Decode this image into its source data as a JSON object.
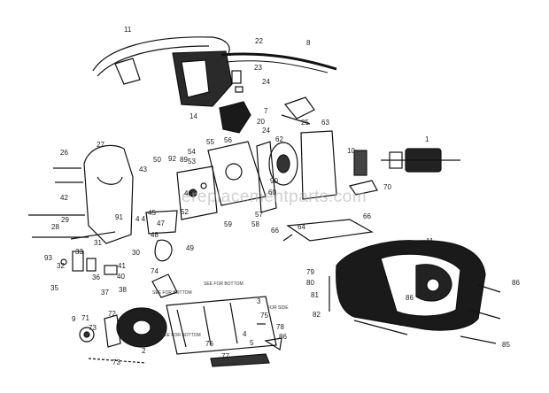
{
  "watermark": "ereplacementparts.com",
  "notes": {
    "n1": "SEE FOR BOTTOM",
    "n2": "SEE FOR BOTTOM",
    "n3": "SEE FOR BOTTOM",
    "n4": "FOR SIDE"
  },
  "callouts": {
    "c11a": "11",
    "c22": "22",
    "c8": "8",
    "c23": "23",
    "c24a": "24",
    "c7": "7",
    "c14": "14",
    "c20": "20",
    "c24b": "24",
    "c25": "25",
    "c63": "63",
    "c1": "1",
    "c26": "26",
    "c27": "27",
    "c55": "55",
    "c56": "56",
    "c62": "62",
    "c10": "10",
    "c50": "50",
    "c92": "92",
    "c89": "89",
    "c54": "54",
    "c53": "53",
    "c43": "43",
    "c90": "90",
    "c70": "70",
    "c42": "42",
    "c46": "46",
    "c60": "60",
    "c91": "91",
    "c44": "4 4",
    "c45": "45",
    "c52": "52",
    "c47": "47",
    "c59": "59",
    "c57": "57",
    "c58": "58",
    "c66": "66",
    "c64": "64",
    "c29": "29",
    "c28": "28",
    "c31": "31",
    "c30": "30",
    "c48": "48",
    "c49": "49",
    "c11b": "11",
    "c93": "93",
    "c32": "32",
    "c33": "33",
    "c41": "41",
    "c74": "74",
    "c40": "40",
    "c36": "36",
    "c37": "37",
    "c38": "38",
    "c35": "35",
    "c79": "79",
    "c80": "80",
    "c86a": "86",
    "c81": "81",
    "c86b": "86",
    "c9": "9",
    "c71": "71",
    "c72": "72",
    "c73a": "73",
    "c3": "3",
    "c75": "75",
    "c85a": "85",
    "c82": "82",
    "c78": "78",
    "c4": "4",
    "c76": "76",
    "c5": "5",
    "c2": "2",
    "c86c": "86",
    "c73b": "73",
    "c77": "77",
    "c85b": "85"
  }
}
